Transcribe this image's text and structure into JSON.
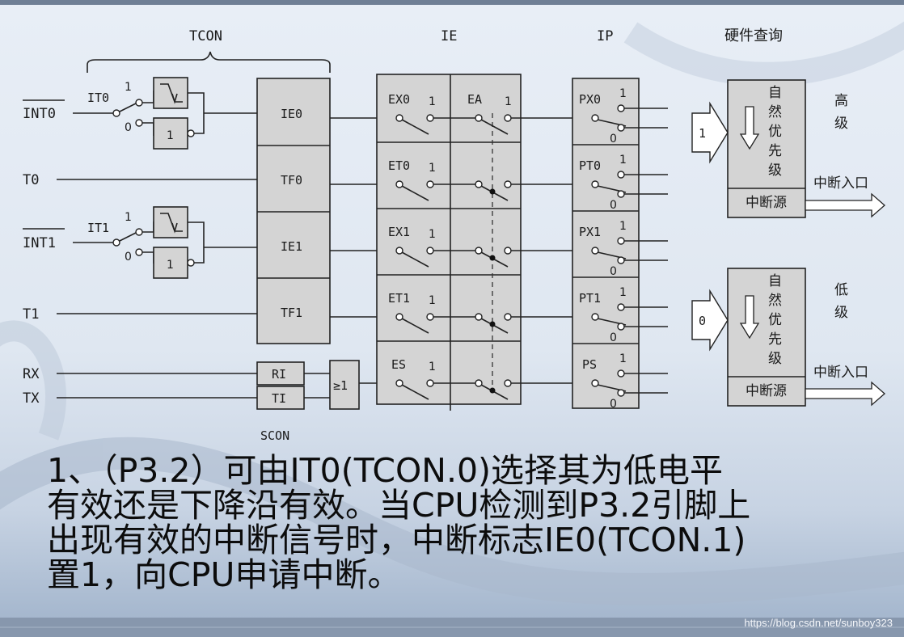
{
  "diagram": {
    "top_labels": {
      "tcon": "TCON",
      "ie": "IE",
      "ip": "IP",
      "hardware_query": "硬件查询"
    },
    "inputs": {
      "int0": "INT0",
      "t0": "T0",
      "int1": "INT1",
      "t1": "T1",
      "rx": "RX",
      "tx": "TX"
    },
    "trigger_select": {
      "it0": "IT0",
      "it1": "IT1",
      "pos_one": "1",
      "pos_zero": "0",
      "inverter_label": "1"
    },
    "flags": [
      "IE0",
      "TF0",
      "IE1",
      "TF1"
    ],
    "scon": {
      "label": "SCON",
      "ri": "RI",
      "ti": "TI",
      "or_gate": "≥1"
    },
    "enable_bits": [
      "EX0",
      "ET0",
      "EX1",
      "ET1",
      "ES"
    ],
    "global_enable": "EA",
    "priority_bits": [
      "PX0",
      "PT0",
      "PX1",
      "PT1",
      "PS"
    ],
    "switch_one": "1",
    "switch_zero": "0",
    "high_level": {
      "arrow_label": "1",
      "chars": [
        "自",
        "然",
        "优",
        "先",
        "级"
      ],
      "source": "中断源",
      "side": [
        "高",
        "级"
      ],
      "output": "中断入口"
    },
    "low_level": {
      "arrow_label": "0",
      "chars": [
        "自",
        "然",
        "优",
        "先",
        "级"
      ],
      "source": "中断源",
      "side": [
        "低",
        "级"
      ],
      "output": "中断入口"
    }
  },
  "caption": [
    "  1、（P3.2）可由IT0(TCON.0)选择其为低电平",
    "有效还是下降沿有效。当CPU检测到P3.2引脚上",
    "出现有效的中断信号时，中断标志IE0(TCON.1)",
    "置1，向CPU申请中断。"
  ],
  "watermark": "https://blog.csdn.net/sunboy323"
}
